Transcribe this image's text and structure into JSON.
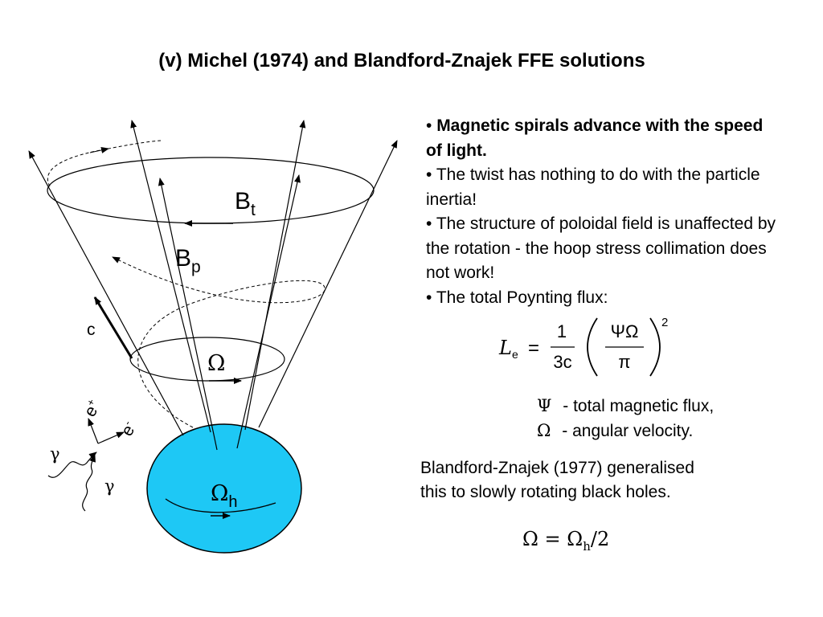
{
  "title": "(v) Michel (1974) and Blandford-Znajek FFE solutions",
  "bullets": [
    {
      "prefix": "• ",
      "text": "Magnetic spirals advance with the speed of light.",
      "bold": true
    },
    {
      "prefix": "• ",
      "text": "The twist has nothing to do with the particle inertia!"
    },
    {
      "prefix": "• ",
      "text": "The structure of poloidal field is unaffected by the rotation - the hoop stress collimation does not work!"
    },
    {
      "prefix": "• ",
      "text": "The total Poynting flux:"
    }
  ],
  "equation1": {
    "lhs": "L",
    "lhs_sub": "e",
    "equals": "=",
    "frac1_num": "1",
    "frac1_den": "3c",
    "frac2_num": "ΨΩ",
    "frac2_den": "π",
    "exponent": "2"
  },
  "legend": [
    {
      "symbol": "Ψ",
      "text": " - total magnetic flux,"
    },
    {
      "symbol": "Ω",
      "text": " - angular velocity."
    }
  ],
  "bz_note": [
    "Blandford-Znajek (1977) generalised",
    "this to slowly rotating black holes."
  ],
  "equation2": "Ω = Ωh/2",
  "equation2_parts": {
    "lhs": "Ω",
    "eq": "=",
    "rhs": "Ω",
    "rhs_sub": "h",
    "tail": "/2"
  },
  "diagram": {
    "label_bt": "B",
    "label_bt_sub": "t",
    "label_bp": "B",
    "label_bp_sub": "p",
    "label_c": "c",
    "label_omega": "Ω",
    "label_omega_h": "Ω",
    "label_omega_h_sub": "h",
    "label_eplus": "e",
    "label_eplus_sup": "+",
    "label_eminus": "e",
    "label_eminus_sup": "-",
    "label_gamma1": "γ",
    "label_gamma2": "γ",
    "hole_color": "#1ec8f5"
  }
}
